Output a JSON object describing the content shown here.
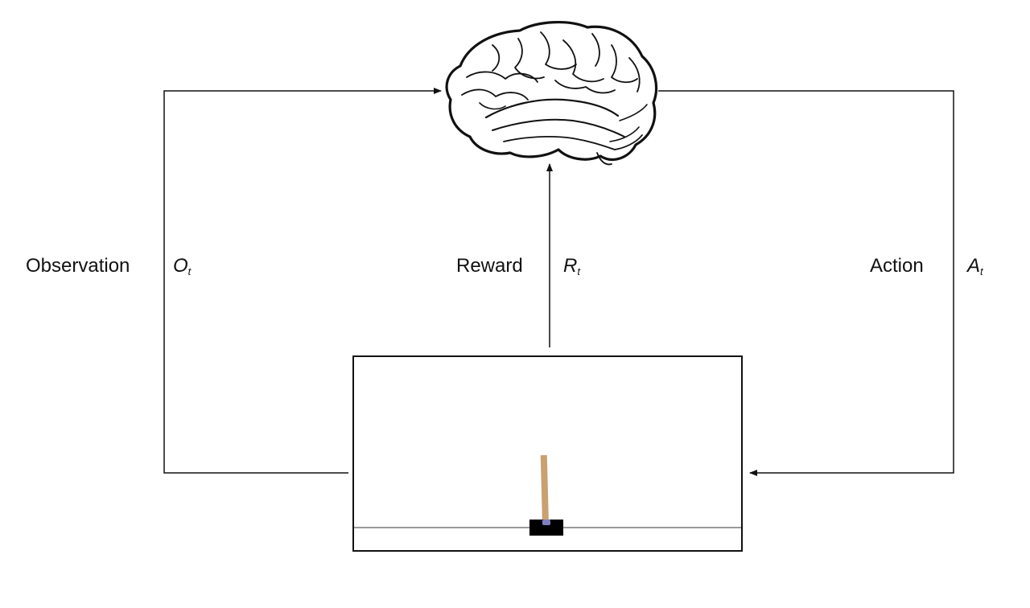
{
  "labels": {
    "observation": {
      "word": "Observation",
      "symbol": "O",
      "subscript": "t"
    },
    "reward": {
      "word": "Reward",
      "symbol": "R",
      "subscript": "t"
    },
    "action": {
      "word": "Action",
      "symbol": "A",
      "subscript": "t"
    }
  },
  "icons": {
    "agent": "brain-icon",
    "environment": "cartpole-environment"
  },
  "colors": {
    "line": "#111111",
    "pole": "#c9a070",
    "cart": "#000000",
    "axle": "#8080c0"
  }
}
